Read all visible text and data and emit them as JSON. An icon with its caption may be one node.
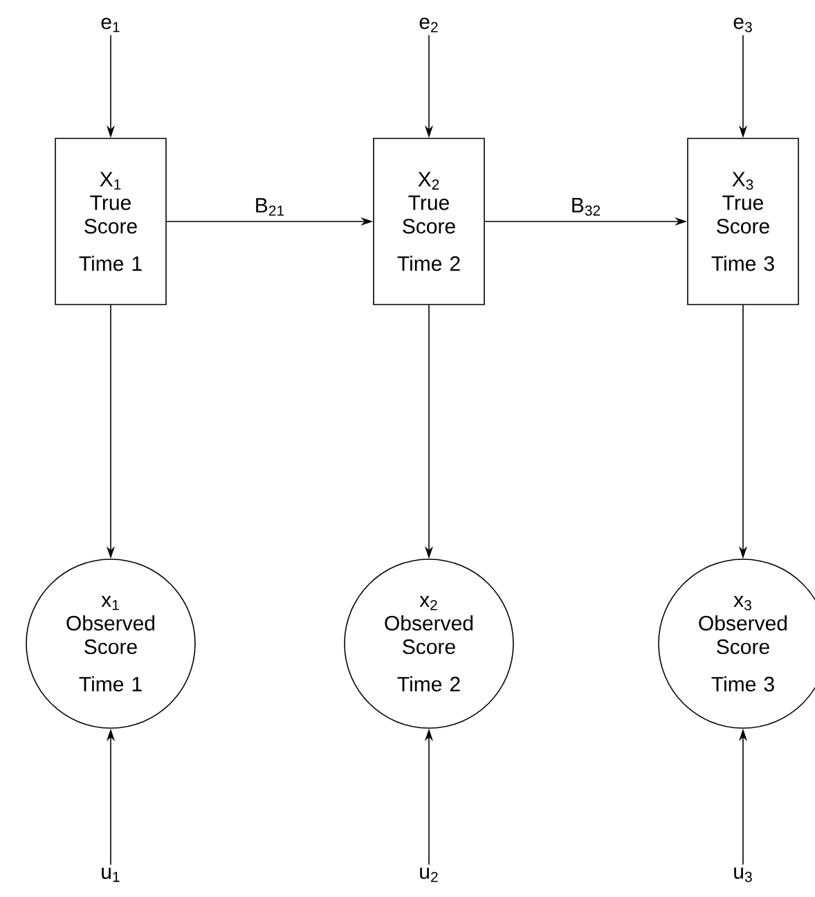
{
  "diagram": {
    "nodes": [
      {
        "text": [
          "e$_{1}$"
        ]
      },
      {
        "text": [
          "e$_{2}$"
        ]
      },
      {
        "text": [
          "e$_{3}$"
        ]
      },
      {
        "text": [
          "X$_{1}$",
          "True Score",
          "Time 1"
        ]
      },
      {
        "text": [
          "X$_{2}$",
          "True Score",
          "Time 2"
        ]
      },
      {
        "text": [
          "X$_{3}$",
          "True Score",
          "Time 3"
        ]
      },
      {
        "text": [
          "x$_{1}$",
          "Observed Score",
          "Time 1"
        ]
      },
      {
        "text": [
          "x$_{2}$",
          "Observed Score",
          "Time 2"
        ]
      },
      {
        "text": [
          "x$_{3}$",
          "Observed Score",
          "Time 3"
        ]
      },
      {
        "text": [
          "u$_{1}$"
        ]
      },
      {
        "text": [
          "u$_{2}$"
        ]
      },
      {
        "text": [
          "u$_{3}$"
        ]
      }
    ],
    "edges": [
      {
        "from": 0,
        "to": 3,
        "arrow": "to"
      },
      {
        "from": 1,
        "to": 4,
        "arrow": "to"
      },
      {
        "from": 2,
        "to": 5,
        "arrow": "to"
      },
      {
        "from": 3,
        "to": 4,
        "arrow": "to",
        "label": "B$_{21}$"
      },
      {
        "from": 4,
        "to": 5,
        "arrow": "to",
        "label": "B$_{32}$"
      },
      {
        "from": 3,
        "to": 6,
        "arrow": "to"
      },
      {
        "from": 4,
        "to": 7,
        "arrow": "to"
      },
      {
        "from": 5,
        "to": 8,
        "arrow": "to"
      },
      {
        "from": 9,
        "to": 6,
        "arrow": "to"
      },
      {
        "from": 10,
        "to": 7,
        "arrow": "to"
      },
      {
        "from": 11,
        "to": 8,
        "arrow": "to"
      }
    ]
  }
}
